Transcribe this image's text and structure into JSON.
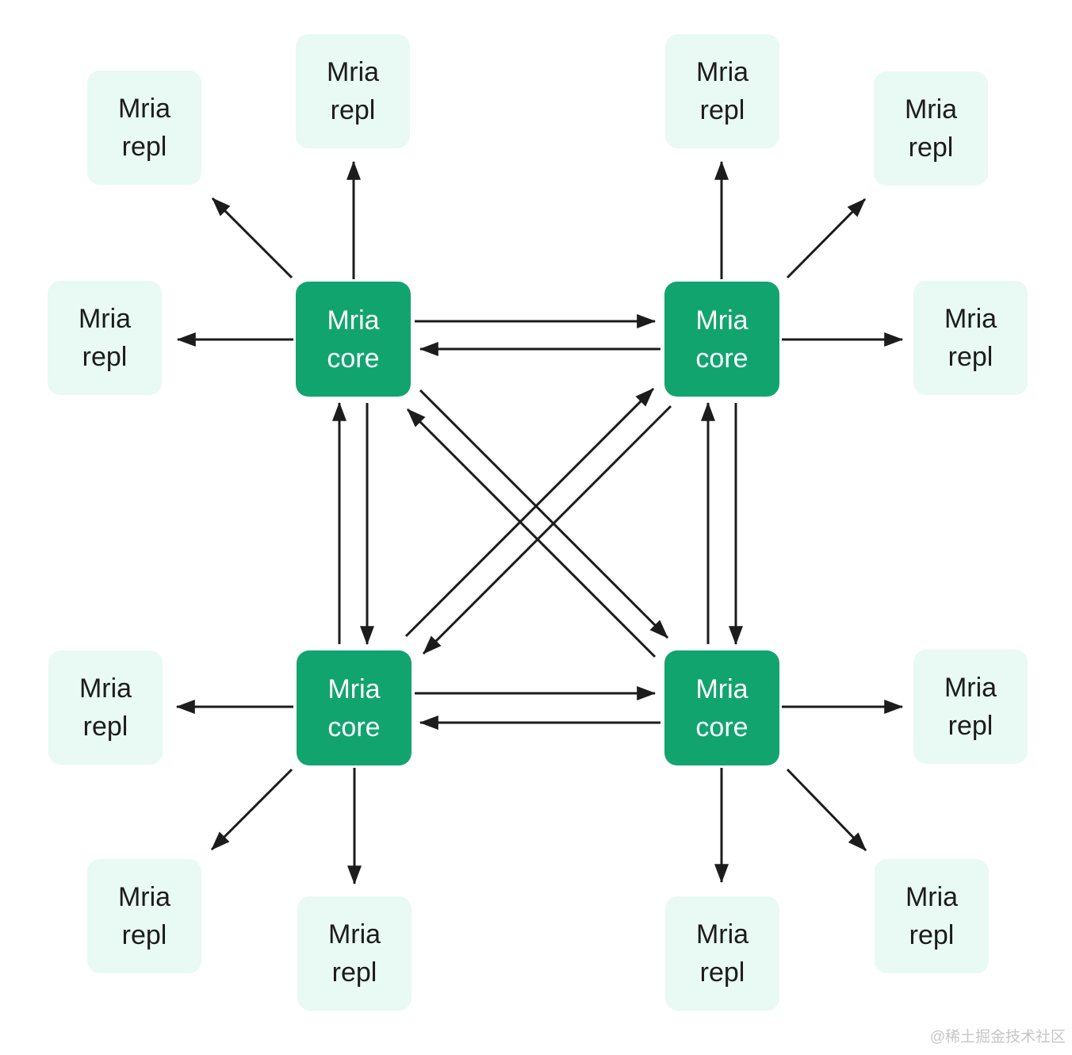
{
  "labels": {
    "core": "Mria\ncore",
    "repl": "Mria\nrepl"
  },
  "watermark": "@稀土掘金技术社区",
  "colors": {
    "core_bg": "#12A46F",
    "core_text": "#FFFFFF",
    "repl_bg": "#E9F9F3",
    "repl_text": "#1C1C1C",
    "arrow": "#1C1C1C",
    "canvas_bg": "#FFFFFF",
    "watermark_text": "#C6C6C6"
  },
  "nodes": {
    "cores": [
      "core-top-left",
      "core-top-right",
      "core-bottom-left",
      "core-bottom-right"
    ],
    "repls": [
      "repl-tl-top",
      "repl-tl-corner",
      "repl-tl-left",
      "repl-tr-top",
      "repl-tr-corner",
      "repl-tr-right",
      "repl-bl-left",
      "repl-bl-corner",
      "repl-bl-bottom",
      "repl-br-right",
      "repl-br-corner",
      "repl-br-bottom"
    ]
  },
  "edges": [
    {
      "from": "core-top-left",
      "to": "core-top-right"
    },
    {
      "from": "core-top-right",
      "to": "core-top-left"
    },
    {
      "from": "core-bottom-left",
      "to": "core-bottom-right"
    },
    {
      "from": "core-bottom-right",
      "to": "core-bottom-left"
    },
    {
      "from": "core-bottom-left",
      "to": "core-top-left"
    },
    {
      "from": "core-top-left",
      "to": "core-bottom-left"
    },
    {
      "from": "core-bottom-right",
      "to": "core-top-right"
    },
    {
      "from": "core-top-right",
      "to": "core-bottom-right"
    },
    {
      "from": "core-top-left",
      "to": "core-bottom-right"
    },
    {
      "from": "core-bottom-right",
      "to": "core-top-left"
    },
    {
      "from": "core-bottom-left",
      "to": "core-top-right"
    },
    {
      "from": "core-top-right",
      "to": "core-bottom-left"
    },
    {
      "from": "core-top-left",
      "to": "repl-tl-top"
    },
    {
      "from": "core-top-left",
      "to": "repl-tl-corner"
    },
    {
      "from": "core-top-left",
      "to": "repl-tl-left"
    },
    {
      "from": "core-top-right",
      "to": "repl-tr-top"
    },
    {
      "from": "core-top-right",
      "to": "repl-tr-corner"
    },
    {
      "from": "core-top-right",
      "to": "repl-tr-right"
    },
    {
      "from": "core-bottom-left",
      "to": "repl-bl-left"
    },
    {
      "from": "core-bottom-left",
      "to": "repl-bl-corner"
    },
    {
      "from": "core-bottom-left",
      "to": "repl-bl-bottom"
    },
    {
      "from": "core-bottom-right",
      "to": "repl-br-right"
    },
    {
      "from": "core-bottom-right",
      "to": "repl-br-corner"
    },
    {
      "from": "core-bottom-right",
      "to": "repl-br-bottom"
    }
  ]
}
